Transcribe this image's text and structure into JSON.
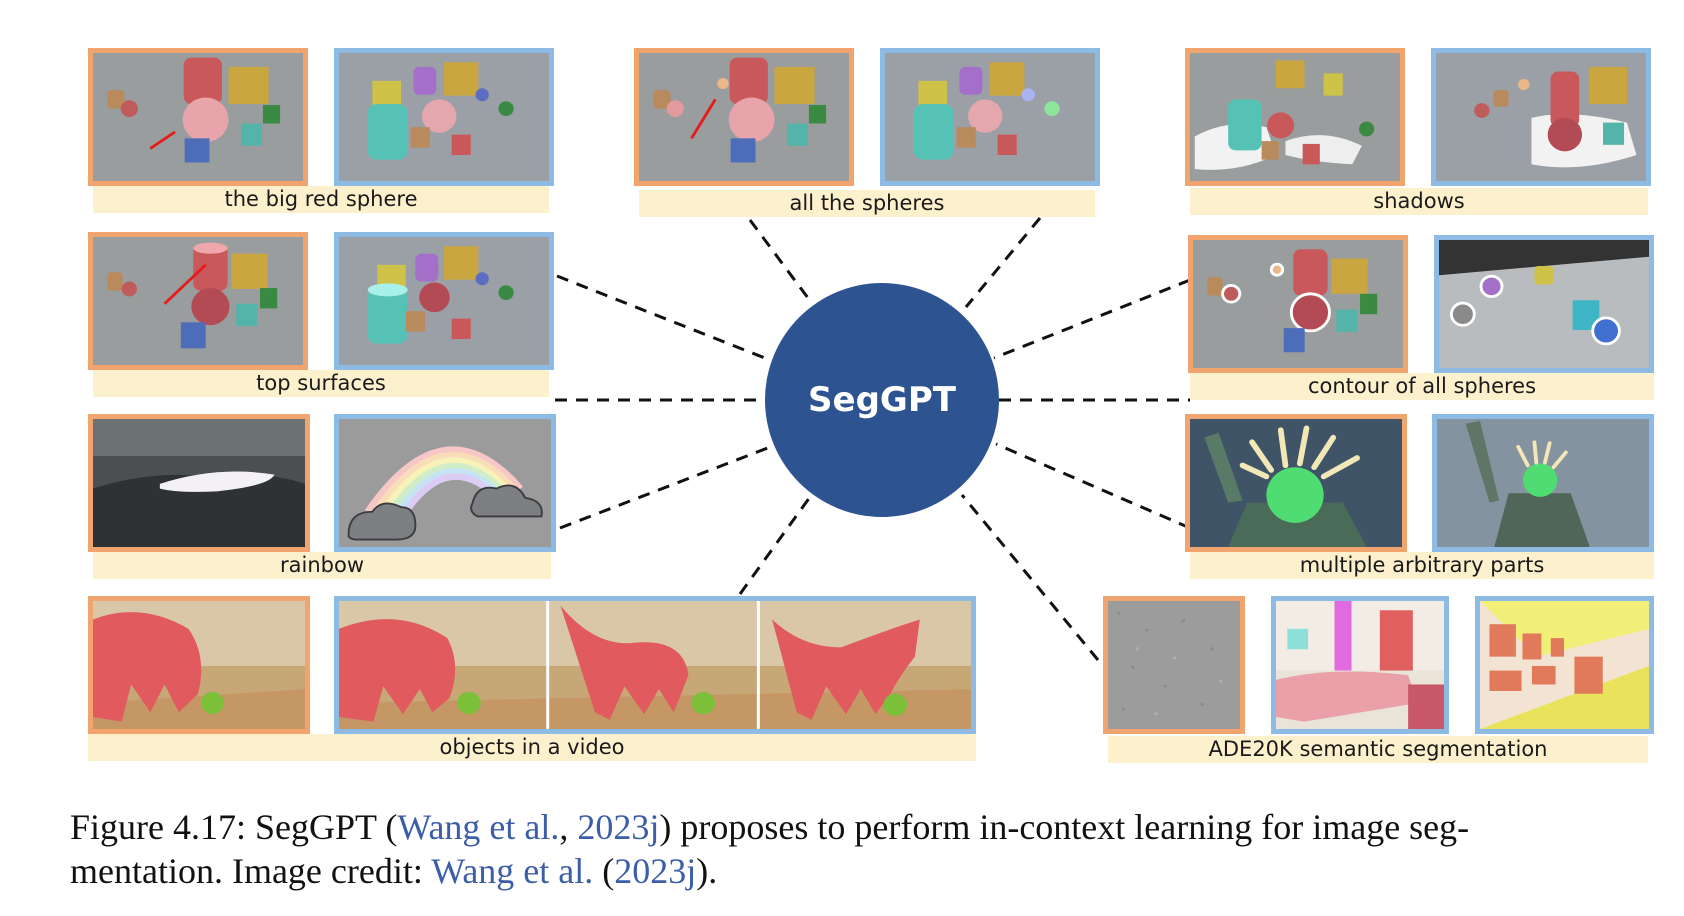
{
  "center_label": "SegGPT",
  "panels": [
    {
      "caption": "the big red sphere"
    },
    {
      "caption": "all the spheres"
    },
    {
      "caption": "shadows"
    },
    {
      "caption": "top surfaces"
    },
    {
      "caption": "contour of all spheres"
    },
    {
      "caption": "rainbow"
    },
    {
      "caption": "multiple arbitrary parts"
    },
    {
      "caption": "objects in a video"
    },
    {
      "caption": "ADE20K semantic segmentation"
    }
  ],
  "caption": {
    "lead": "Figure 4.17: SegGPT (",
    "cite1_author": "Wang et al.",
    "sep1": ", ",
    "cite1_year": "2023j",
    "mid1": ") proposes to perform in-context learning for image seg-",
    "line2_start": "mentation. Image credit: ",
    "cite2_author": "Wang et al.",
    "sep2": " (",
    "cite2_year": "2023j",
    "end": ")."
  },
  "colors": {
    "example_border": "#f2a46f",
    "query_border": "#8ebbe4",
    "caption_band": "#fdf0cc",
    "hub": "#2d5391",
    "link": "#3c5ea8"
  }
}
